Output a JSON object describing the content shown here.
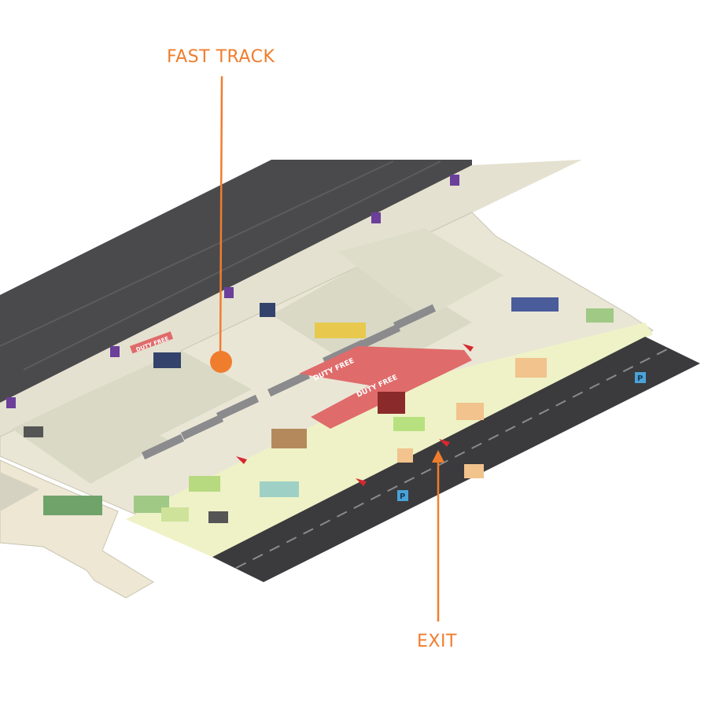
{
  "callouts": {
    "fast_track": "FAST TRACK",
    "exit": "EXIT"
  },
  "map_labels": {
    "duty_free_main": "DUTY FREE",
    "duty_free_upper": "DUTY FREE",
    "duty_free_small": "DUTY FREE",
    "parking": "P"
  },
  "colors": {
    "callout": "#f07d2e",
    "apron": "#4a4a4c",
    "road": "#3b3b3d",
    "floor": "#e9e5d6",
    "zone": "#d9d9c6",
    "highlight": "#eef2c6",
    "duty_free": "#e06b6b",
    "gate_sign": "#6b3f9a",
    "parking_sign": "#4aa3d8"
  }
}
